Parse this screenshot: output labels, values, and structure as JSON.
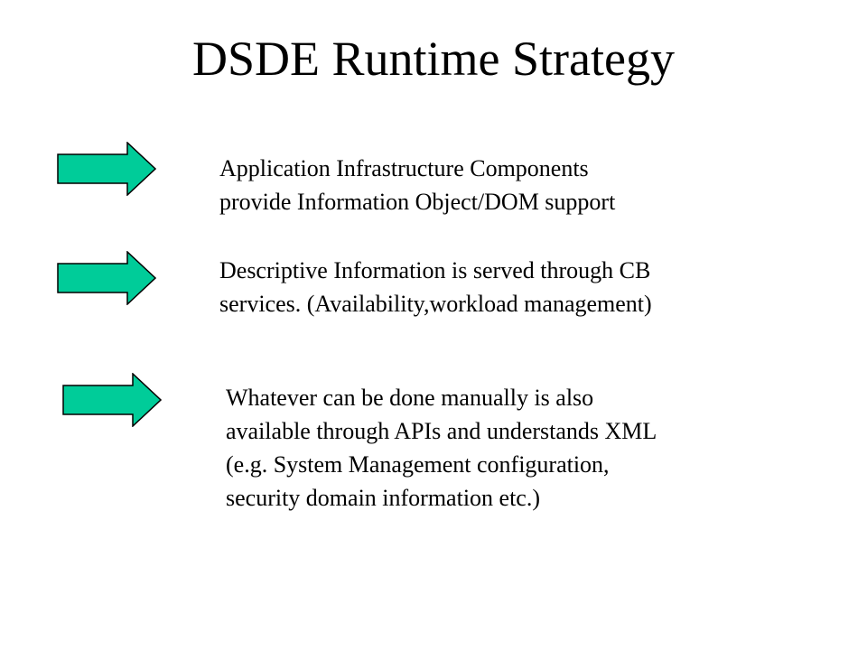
{
  "slide": {
    "title": "DSDE Runtime Strategy",
    "arrow_color": "#00cc99",
    "arrow_icon": "right-arrow-icon",
    "points": [
      {
        "lines": [
          "Application Infrastructure Components",
          "provide Information Object/DOM support"
        ]
      },
      {
        "lines": [
          "Descriptive Information is served through CB",
          "services. (Availability,workload management)"
        ]
      },
      {
        "lines": [
          "Whatever can be done manually is also",
          "available through APIs and understands XML",
          "(e.g. System Management configuration,",
          "security domain information etc.)"
        ]
      }
    ]
  }
}
